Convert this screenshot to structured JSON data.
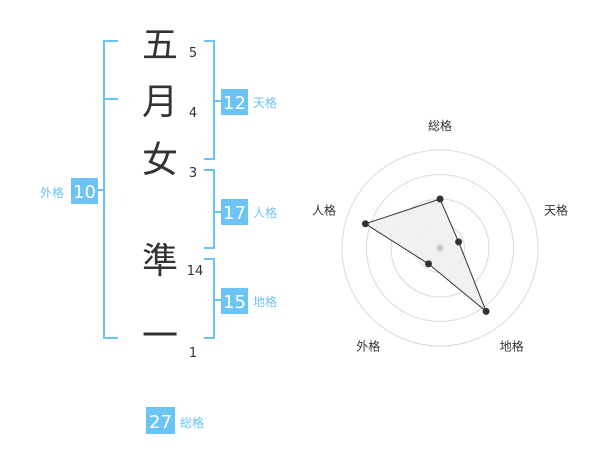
{
  "name": {
    "chars": [
      {
        "char": "五",
        "strokes": "5"
      },
      {
        "char": "月",
        "strokes": "4"
      },
      {
        "char": "女",
        "strokes": "3"
      },
      {
        "char": "準",
        "strokes": "14"
      },
      {
        "char": "一",
        "strokes": "1"
      }
    ]
  },
  "kakusu": {
    "tenkaku": {
      "value": "12",
      "label": "天格"
    },
    "jinkaku": {
      "value": "17",
      "label": "人格"
    },
    "chikaku": {
      "value": "15",
      "label": "地格"
    },
    "gaikaku": {
      "value": "10",
      "label": "外格"
    },
    "soukaku": {
      "value": "27",
      "label": "総格"
    }
  },
  "colors": {
    "accent": "#6cc3f5",
    "text": "#333333",
    "ring": "#d9d9d9",
    "fill": "#efefef"
  },
  "chart_data": {
    "type": "radar",
    "axes": [
      "総格",
      "天格",
      "地格",
      "外格",
      "人格"
    ],
    "rings": 4,
    "values": [
      2.5,
      1,
      4,
      1,
      4
    ],
    "max": 5
  }
}
